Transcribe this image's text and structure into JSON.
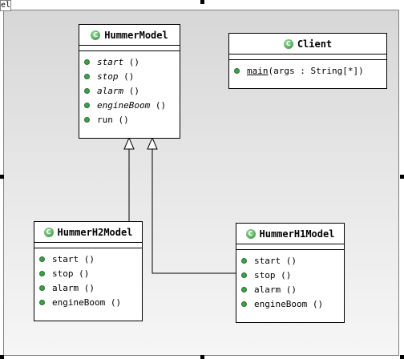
{
  "tab_label": "el",
  "colors": {
    "icon_green": "#3f9f4a",
    "canvas_top": "#d7d7d7",
    "canvas_bottom": "#f6f6f6"
  },
  "classes": {
    "hummer_model": {
      "name": "HummerModel",
      "icon": "class-icon",
      "ops": [
        {
          "label": "start",
          "parens": "()"
        },
        {
          "label": "stop",
          "parens": "()"
        },
        {
          "label": "alarm",
          "parens": "()"
        },
        {
          "label": "engineBoom",
          "parens": "()"
        },
        {
          "label": "run",
          "parens": "()"
        }
      ]
    },
    "client": {
      "name": "Client",
      "icon": "class-icon",
      "ops": [
        {
          "label": "main",
          "params": "(args : String[*])"
        }
      ]
    },
    "hummer_h2": {
      "name": "HummerH2Model",
      "icon": "class-icon",
      "ops": [
        {
          "label": "start",
          "parens": "()"
        },
        {
          "label": "stop",
          "parens": "()"
        },
        {
          "label": "alarm",
          "parens": "()"
        },
        {
          "label": "engineBoom",
          "parens": "()"
        }
      ]
    },
    "hummer_h1": {
      "name": "HummerH1Model",
      "icon": "class-icon",
      "ops": [
        {
          "label": "start",
          "parens": "()"
        },
        {
          "label": "stop",
          "parens": "()"
        },
        {
          "label": "alarm",
          "parens": "()"
        },
        {
          "label": "engineBoom",
          "parens": "()"
        }
      ]
    }
  },
  "relations": [
    {
      "type": "generalization",
      "from": "HummerH2Model",
      "to": "HummerModel"
    },
    {
      "type": "generalization",
      "from": "HummerH1Model",
      "to": "HummerModel"
    }
  ]
}
